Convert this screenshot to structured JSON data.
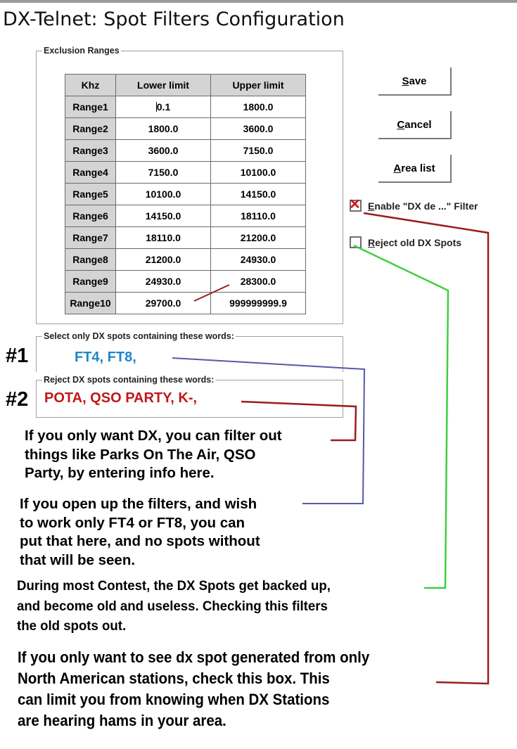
{
  "window": {
    "title": "DX-Telnet: Spot Filters Configuration"
  },
  "exclusion": {
    "legend": "Exclusion Ranges",
    "headers": [
      "Khz",
      "Lower limit",
      "Upper limit"
    ],
    "rows": [
      {
        "name": "Range1",
        "lower": "0.1",
        "upper": "1800.0"
      },
      {
        "name": "Range2",
        "lower": "1800.0",
        "upper": "3600.0"
      },
      {
        "name": "Range3",
        "lower": "3600.0",
        "upper": "7150.0"
      },
      {
        "name": "Range4",
        "lower": "7150.0",
        "upper": "10100.0"
      },
      {
        "name": "Range5",
        "lower": "10100.0",
        "upper": "14150.0"
      },
      {
        "name": "Range6",
        "lower": "14150.0",
        "upper": "18110.0"
      },
      {
        "name": "Range7",
        "lower": "18110.0",
        "upper": "21200.0"
      },
      {
        "name": "Range8",
        "lower": "21200.0",
        "upper": "24930.0"
      },
      {
        "name": "Range9",
        "lower": "24930.0",
        "upper": "28300.0"
      },
      {
        "name": "Range10",
        "lower": "29700.0",
        "upper": "999999999.9"
      }
    ]
  },
  "buttons": {
    "save": {
      "mnemonic": "S",
      "rest": "ave"
    },
    "cancel": {
      "mnemonic": "C",
      "rest": "ancel"
    },
    "area_list": {
      "mnemonic": "A",
      "rest": "rea list"
    }
  },
  "checkboxes": {
    "dx_de_filter": {
      "mnemonic": "E",
      "rest": "nable \"DX de ...\" Filter",
      "checked": true
    },
    "reject_old": {
      "mnemonic": "R",
      "rest": "eject old DX Spots",
      "checked": false
    }
  },
  "select_words": {
    "legend": "Select only DX spots containing these words:",
    "label_number": "#1",
    "value": "FT4, FT8,"
  },
  "reject_words": {
    "legend": "Reject DX spots containing these words:",
    "label_number": "#2",
    "value": "POTA, QSO PARTY, K-,"
  },
  "annotations": {
    "reject_note": [
      "If you only want DX, you can filter out",
      "things like Parks On The Air, QSO",
      "Party, by entering info here."
    ],
    "select_note": [
      "If you open up the filters, and wish",
      "to work only FT4 or FT8, you can",
      "put that here, and no spots without",
      "that will be seen."
    ],
    "old_spots_note": [
      "During most Contest, the DX Spots get backed up,",
      "and become old and useless. Checking this filters",
      "the old spots out."
    ],
    "dx_de_note": [
      "If you only want to see dx spot generated from only",
      "North American stations, check this box. This",
      "can limit you from knowing when DX Stations",
      "are hearing hams in your area."
    ]
  },
  "colors": {
    "select_words": "#1e86c8",
    "reject_words": "#c01818",
    "line_red": "#9b1c1c",
    "line_blue": "#5558a8",
    "line_green": "#3fcf3f"
  }
}
